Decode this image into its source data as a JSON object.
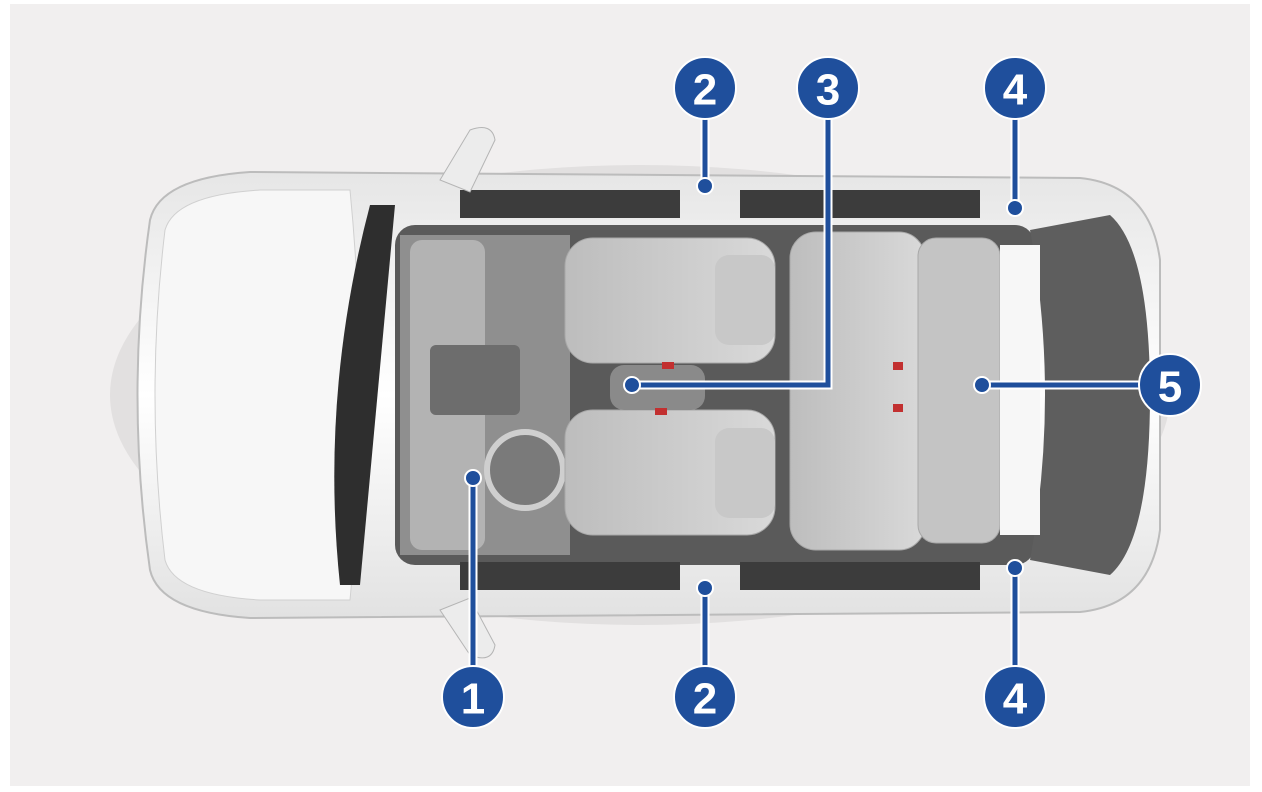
{
  "diagram": {
    "accent_color": "#1f4f9c",
    "callouts": [
      {
        "id": "c1",
        "label": "1",
        "target": "driver-side-front"
      },
      {
        "id": "c2a",
        "label": "2",
        "target": "b-pillar-right"
      },
      {
        "id": "c3",
        "label": "3",
        "target": "center-console"
      },
      {
        "id": "c4a",
        "label": "4",
        "target": "c-pillar-right"
      },
      {
        "id": "c5",
        "label": "5",
        "target": "rear-seat-center"
      },
      {
        "id": "c2b",
        "label": "2",
        "target": "b-pillar-left"
      },
      {
        "id": "c4b",
        "label": "4",
        "target": "c-pillar-left"
      }
    ]
  }
}
